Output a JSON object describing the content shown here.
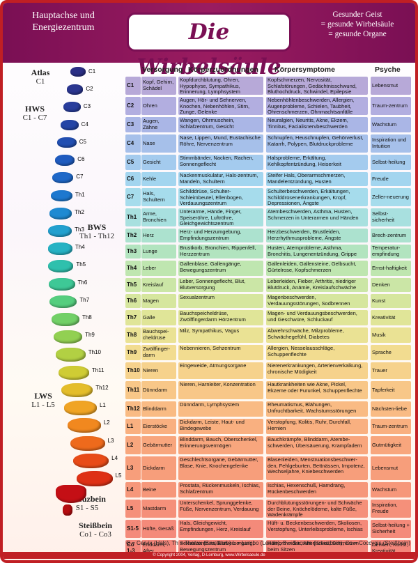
{
  "header": {
    "left_line1": "Hauptachse und",
    "left_line2": "Energiezentrum",
    "title": "Die Wirbelsäule",
    "right_line1": "Gesunder Geist",
    "right_line2": "= gesunde Wirbelsäule",
    "right_line3": "= gesunde Organe"
  },
  "regions": {
    "atlas": "Atlas",
    "atlas_sub": "C1",
    "hws": "HWS",
    "hws_sub": "C1 - C7",
    "bws": "BWS",
    "bws_sub": "Th1 - Th12",
    "lws": "LWS",
    "lws_sub": "L1 - L5",
    "kreuzbein": "Kreuzbein",
    "kreuzbein_sub": "S1 - S5",
    "steissbein": "Steißbein",
    "steissbein_sub": "Co1 - Co3"
  },
  "vertebra_labels": [
    "C1",
    "C2",
    "C3",
    "C4",
    "C5",
    "C6",
    "C7",
    "Th1",
    "Th2",
    "Th3",
    "Th4",
    "Th5",
    "Th6",
    "Th7",
    "Th8",
    "Th9",
    "Th10",
    "Th11",
    "Th12",
    "L1",
    "L2",
    "L3",
    "L4",
    "L5"
  ],
  "columns": {
    "versorgung": "Versorgung",
    "korper": "Körperzuordnungen",
    "symptome": "Körpersymptome",
    "psyche": "Psyche"
  },
  "rows": [
    {
      "code": "C1",
      "organ": "Kopf, Gehirn, Schädel",
      "korper": "Kopfdurchblutung, Ohren, Hypophyse, Sympathikus, Erinnerung, Lymphsystem",
      "symptome": "Kopfschmerzen, Nervosität, Schlafstörungen, Gedächtnisschwund, Bluthochdruck, Schwindel, Epilepsie",
      "psyche": "Lebensmut",
      "color": "#b7a9d8"
    },
    {
      "code": "C2",
      "organ": "Ohren",
      "korper": "Augen, Hör- und Sehnerven, Knochen, Nebenhöhlen, Stirn, Zunge, Gelenke",
      "symptome": "Nebenhöhlenbeschwerden, Allergien, Augenprobleme, Schielen, Taubheit, Ohrenschmerzen, Ohnmachtsanfälle",
      "psyche": "Traum-zentrum",
      "color": "#b2aee0"
    },
    {
      "code": "C3",
      "organ": "Augen, Zähne",
      "korper": "Wangen, Ohrmuschein, Schlafzentrum, Gesicht",
      "symptome": "Neuralgien, Neuritis, Akne, Ekzem, Tinnitus, Facialisnervbeschwerden",
      "psyche": "Wachstum",
      "color": "#aab6e6"
    },
    {
      "code": "C4",
      "organ": "Nase",
      "korper": "Nase, Lippen, Mund, Eustachische Röhre, Nervenzentrum",
      "symptome": "Schnupfen, Heuschnupfen, Gehörverlust, Katarrh, Polypen, Blutdruckprobleme",
      "psyche": "Inspiration und Intuition",
      "color": "#a6c0ea"
    },
    {
      "code": "C5",
      "organ": "Gesicht",
      "korper": "Stimmbänder, Nacken, Rachen, Sonnengeflecht",
      "symptome": "Halsprobleme, Erkältung, Kehlkopfentzündung, Heiserkeit",
      "psyche": "Selbst-heilung",
      "color": "#a4cbee"
    },
    {
      "code": "C6",
      "organ": "Kehle",
      "korper": "Nackenmuskulatur, Hals-zentrum, Mandeln, Schultern",
      "symptome": "Steifer Hals, Oberarmschmerzen, Mandelentzündung, Husten",
      "psyche": "Freude",
      "color": "#a3d5ef"
    },
    {
      "code": "C7",
      "organ": "Hals, Schultern",
      "korper": "Schilddrüse, Schulter-Schleimbeutel, Ellenbogen, Verdauungszentrum",
      "symptome": "Schulterbeschwerden, Erkältungen, Schilddrüsenerkrankungen, Kropf, Depressionen, Ängste",
      "psyche": "Zeller-neuerung",
      "color": "#a6dcec"
    },
    {
      "code": "Th1",
      "organ": "Arme, Bronchien",
      "korper": "Unterarme, Hände, Finger, Speiseröhre, Luftröhre, Gleichgewichtszentrum",
      "symptome": "Atembeschwerden, Asthma, Husten, Schmerzen in Unterarmen und Händen",
      "psyche": "Selbst-sicherheit",
      "color": "#a8e0df"
    },
    {
      "code": "Th2",
      "organ": "Herz",
      "korper": "Herz- und Herzumgebung, Empfindungszentrum",
      "symptome": "Herzbeschwerden, Brustleiden, Herzrhythmusprobleme, Ängste",
      "psyche": "Brech-zentrum",
      "color": "#ace2cf"
    },
    {
      "code": "Th3",
      "organ": "Lunge",
      "korper": "Brustkorb, Bronchien, Rippenfell, Herzzentrum",
      "symptome": "Husten, Atemprobleme, Asthma, Bronchitis, Lungenentzündung, Grippe",
      "psyche": "Temperatur-empfindung",
      "color": "#b2e4bf"
    },
    {
      "code": "Th4",
      "organ": "Leber",
      "korper": "Gallenblase, Gallengänge, Bewegungszentrum",
      "symptome": "Gallenleiden, Gallensteine, Gelbsucht, Gürtelrose, Kopfschmerzen",
      "psyche": "Ernst-haftigkeit",
      "color": "#bfe6b0"
    },
    {
      "code": "Th5",
      "organ": "Kreislauf",
      "korper": "Leber, Sonnengeflecht, Blut, Blutversorgung",
      "symptome": "Leberleiden, Fieber, Arthritis, niedriger Blutdruck, Anämie, Kreislaufschwäche",
      "psyche": "Denken",
      "color": "#cbe6a6"
    },
    {
      "code": "Th6",
      "organ": "Magen",
      "korper": "Sexualzentrum",
      "symptome": "Magenbeschwerden, Verdauungsstörungen, Sodbrennen",
      "psyche": "Kunst",
      "color": "#d6e69e"
    },
    {
      "code": "Th7",
      "organ": "Galle",
      "korper": "Bauchspeicheldrüse, Zwölffingerdarm Hörzentrum",
      "symptome": "Magen- und Verdauungsbeschwerden, und Geschwüre, Schluckauf",
      "psyche": "Kreativität",
      "color": "#e0e598"
    },
    {
      "code": "Th8",
      "organ": "Bauchspei-cheldrüse",
      "korper": "Milz, Sympathikus, Vagus",
      "symptome": "Abwehrschwäche, Milzprobleme, Schwächegefühl, Diabetes",
      "psyche": "Musik",
      "color": "#eae294"
    },
    {
      "code": "Th9",
      "organ": "Zwölffinger-darm",
      "korper": "Nebennieren, Sehzentrum",
      "symptome": "Allergien, Nesselausschläge, Schuppenflechte",
      "psyche": "Sprache",
      "color": "#f2dc90"
    },
    {
      "code": "Th10",
      "organ": "Nieren",
      "korper": "Eingeweide, Atmungsorgane",
      "symptome": "Nierenerkrankungen, Arterienverkalkung, chronische Müdigkeit",
      "psyche": "Trauer",
      "color": "#f6d28c"
    },
    {
      "code": "Th11",
      "organ": "Dünndarm",
      "korper": "Nieren, Harnleiter, Konzentration",
      "symptome": "Hautkrankheiten wie Akne, Pickel, Ekzeme oder Furunkel, Schuppenflechte",
      "psyche": "Tapferkeit",
      "color": "#f8c788"
    },
    {
      "code": "Th12",
      "organ": "Blinddarm",
      "korper": "Dünndarm, Lymphsystem",
      "symptome": "Rheumatismus, Blähungen, Unfruchtbarkeit, Wachstumsstörungen",
      "psyche": "Nächsten-liebe",
      "color": "#f9bb84"
    },
    {
      "code": "L1",
      "organ": "Eierstöcke",
      "korper": "Dickdarm, Leiste, Haut- und Bindegewebe",
      "symptome": "Verstopfung, Kolitis, Ruhr, Durchfall, Hernien",
      "psyche": "Traum-zentrum",
      "color": "#f9b080"
    },
    {
      "code": "L2",
      "organ": "Gebärmutter",
      "korper": "Blinddarm, Bauch, Oberschenkel, Erinnerungsvermögen",
      "symptome": "Bauchkrämpfe, Blinddarm, Atembe-schwerden, Übersäuerung, Krampfadern",
      "psyche": "Gutmütigkeit",
      "color": "#f8a67d"
    },
    {
      "code": "L3",
      "organ": "Dickdarm",
      "korper": "Geschlechtsorgane, Gebärmutter, Blase, Knie, Knochengelenke",
      "symptome": "Blasenleiden, Menstruationsbeschwer-den, Fehlgeburten, Bettnässen, Impotenz, Wechseljahre, Kniebeschwerden",
      "psyche": "Lebensmut",
      "color": "#f79e7b"
    },
    {
      "code": "L4",
      "organ": "Beine",
      "korper": "Prostata, Rückenmuskeln, Ischias, Schlafzentrum",
      "symptome": "Ischias, Hexenschuß, Harndrang, Rückenbeschwerden",
      "psyche": "Wachstum",
      "color": "#f6977a"
    },
    {
      "code": "L5",
      "organ": "Mastdarm",
      "korper": "Unterschenkel, Sprunggelenke, Füße, Nervenzentrum, Verdauung",
      "symptome": "Durchblutungsstörungen- und Schwäche der Beine, Knöchelödeme, kalte Füße, Wadenkrämpfe",
      "psyche": "Inspiration, Freude",
      "color": "#f5907a"
    },
    {
      "code": "S1-5",
      "organ": "Hüfte, Gesäß",
      "korper": "Hals, Gleichgewicht, Empfindungen, Herz, Kreislauf",
      "symptome": "Hüft- u. Beckenbeschwerden, Skoliosen, Verstopfung, Unterleibsprobleme, Ischias",
      "psyche": "Selbst-heilung + Sicherheit",
      "color": "#f48a7a"
    },
    {
      "code": "Co 1-3",
      "organ": "Enddarm, After",
      "korper": "Sexualzentrum, Blutversorgung, Bewegungszentrum",
      "symptome": "Hämorrhoiden, Afterjucken, Schmerzen beim Sitzen",
      "psyche": "Denken, Kunst, Kreativität",
      "color": "#f3857a"
    }
  ],
  "legend": "C = Cervix (Hals), Th = Thorax (Brustkorb) L = Lumbo (Lende), S = Sacrum (Kreuzbein), Co = Coccygis (Steißbein)",
  "copyright": "© Copyright 2004, Verlag, D-Lornburg, www.Wirbelsaeule.de"
}
